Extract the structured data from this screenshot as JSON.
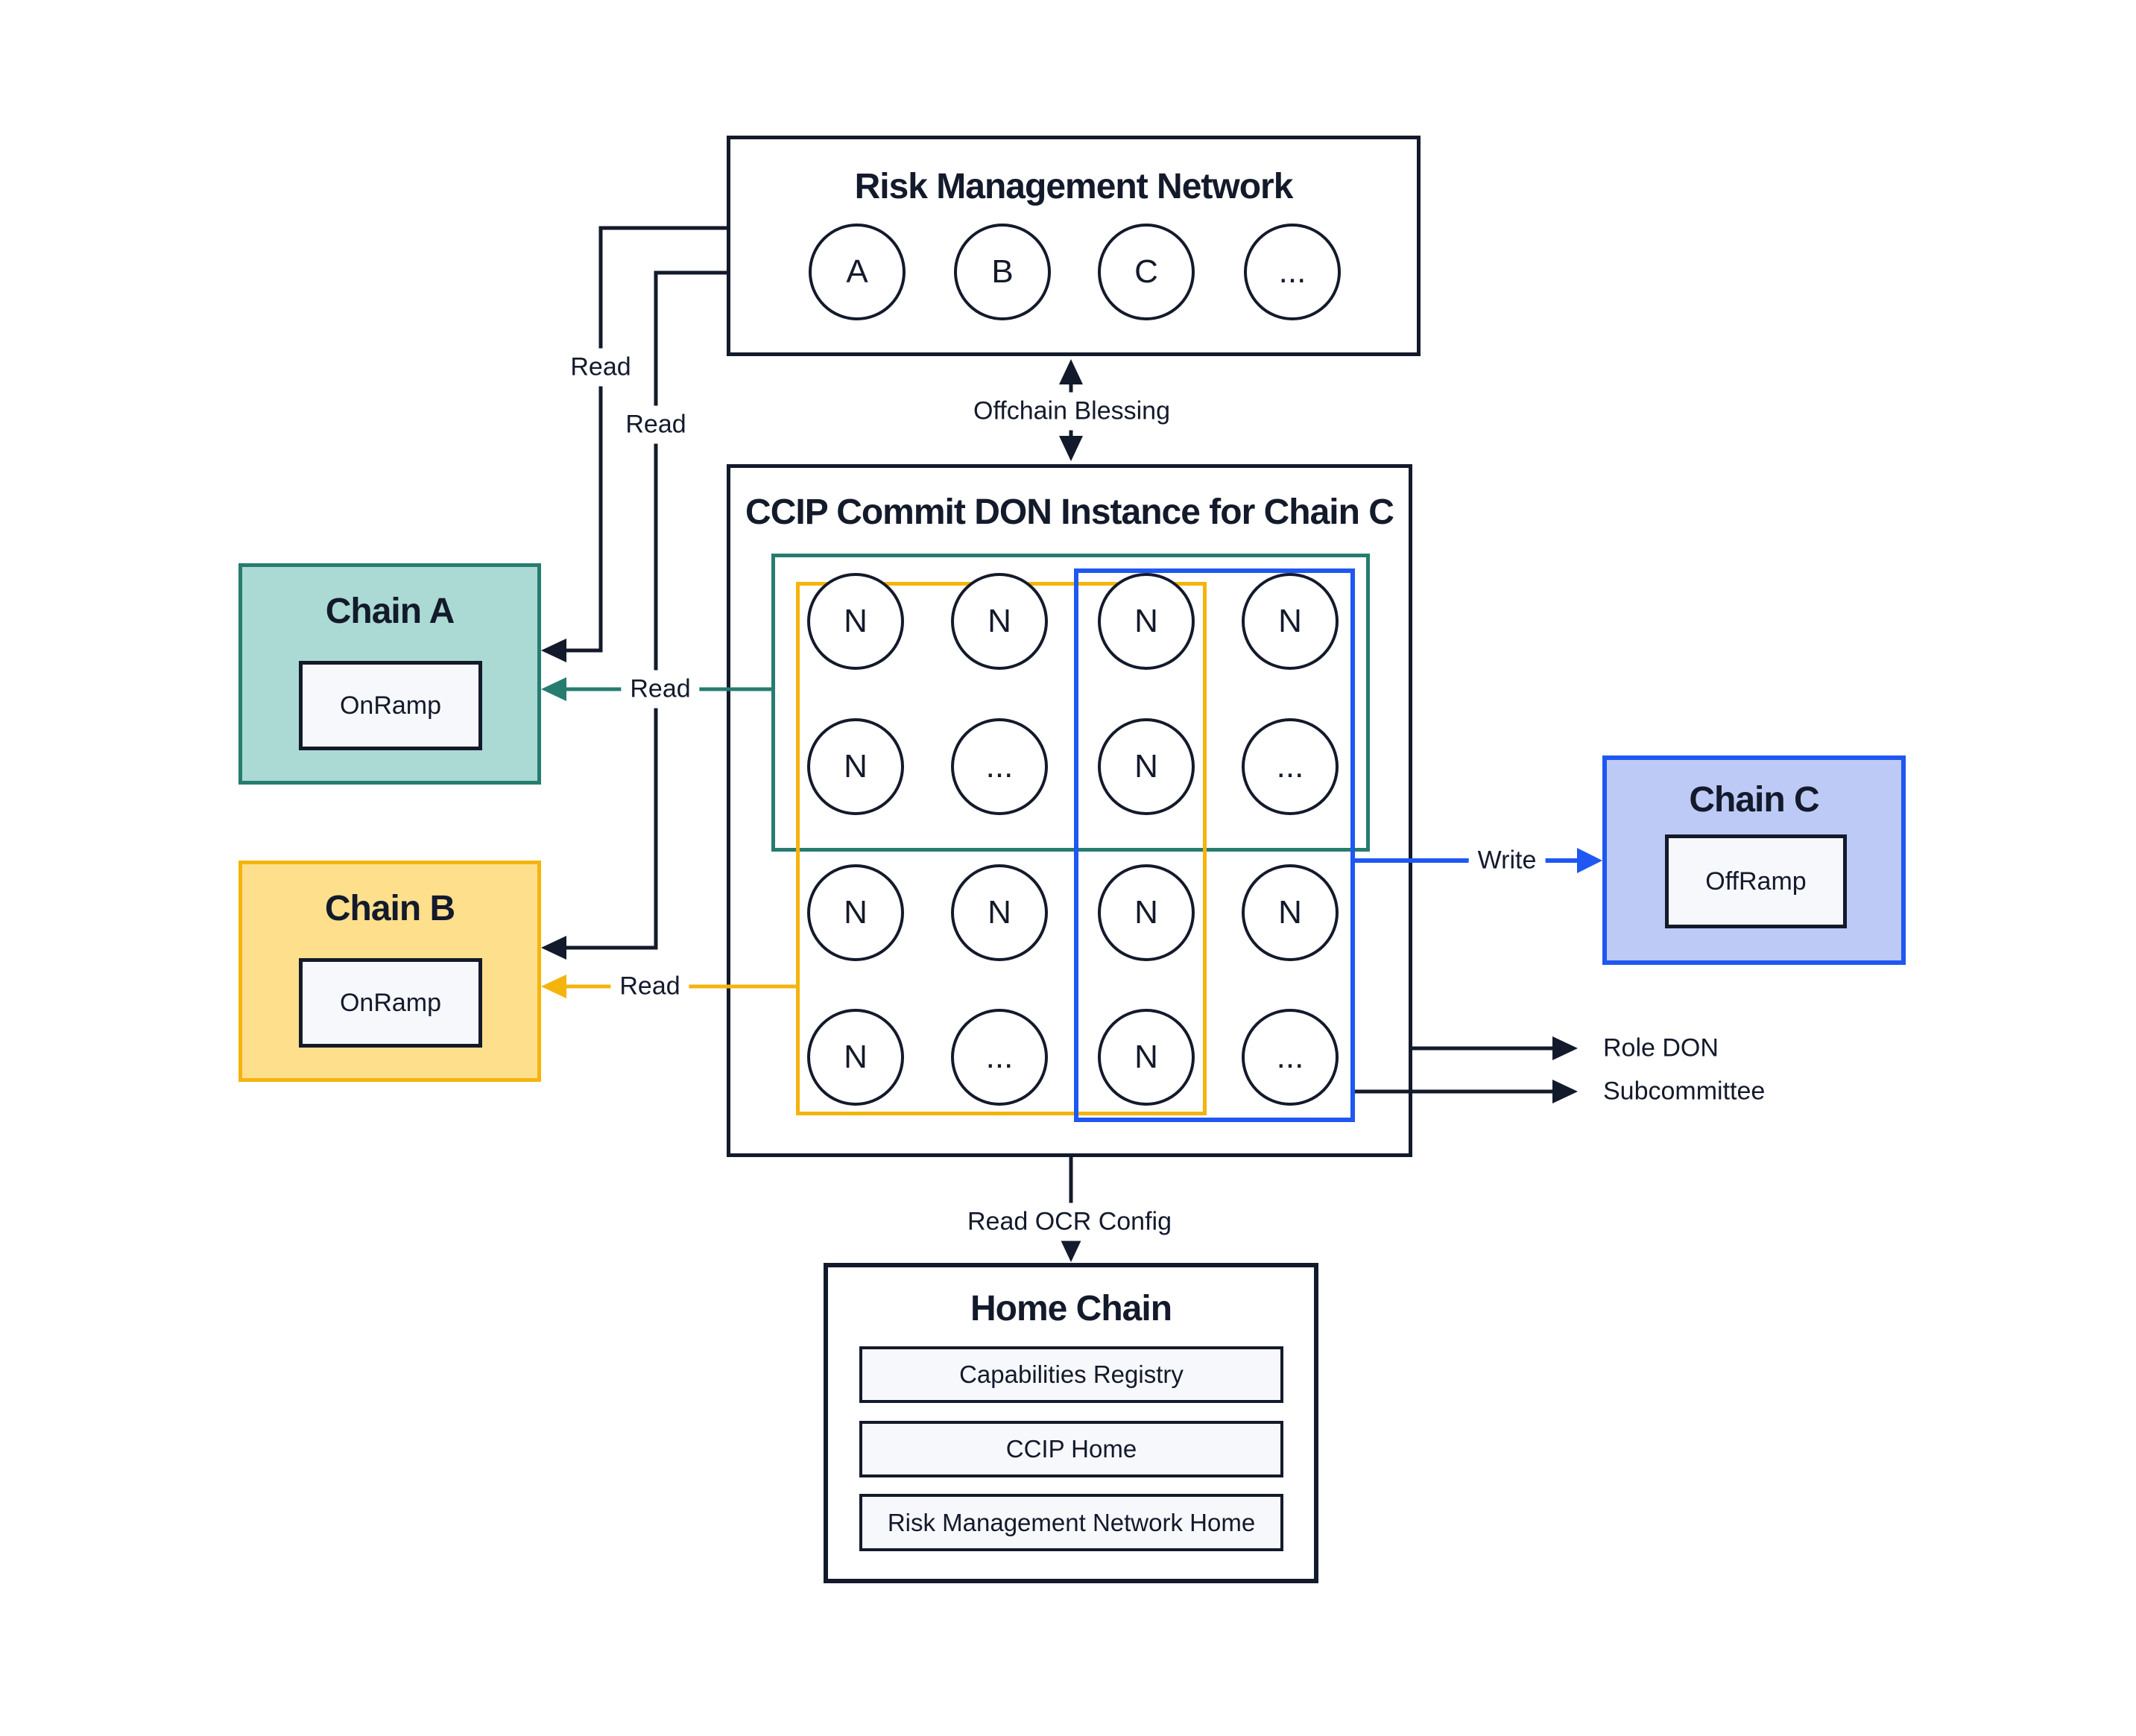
{
  "colors": {
    "ink": "#131a2b",
    "teal": "#267c6f",
    "teal_fill": "#abd9d3",
    "gold": "#f5b40d",
    "gold_fill": "#fedf8c",
    "blue": "#1e57f1",
    "blue_fill": "#bdcaf5",
    "panel_fill": "#f7f8fc"
  },
  "rmn": {
    "title": "Risk Management Network",
    "nodes": [
      "A",
      "B",
      "C",
      "..."
    ]
  },
  "don": {
    "title": "CCIP Commit DON Instance for Chain C",
    "grid": [
      [
        "N",
        "N",
        "N",
        "N"
      ],
      [
        "N",
        "...",
        "N",
        "..."
      ],
      [
        "N",
        "N",
        "N",
        "N"
      ],
      [
        "N",
        "...",
        "N",
        "..."
      ]
    ]
  },
  "chain_a": {
    "title": "Chain A",
    "contract": "OnRamp"
  },
  "chain_b": {
    "title": "Chain B",
    "contract": "OnRamp"
  },
  "chain_c": {
    "title": "Chain C",
    "contract": "OffRamp"
  },
  "home_chain": {
    "title": "Home Chain",
    "contracts": [
      "Capabilities Registry",
      "CCIP Home",
      "Risk Management Network Home"
    ]
  },
  "labels": {
    "read_rmn_to_chain_a": "Read",
    "read_rmn_to_chain_b": "Read",
    "read_don_to_chain_a": "Read",
    "read_don_to_chain_b": "Read",
    "offchain_blessing": "Offchain Blessing",
    "write": "Write",
    "role_don": "Role DON",
    "subcommittee": "Subcommittee",
    "read_ocr_config": "Read OCR Config"
  }
}
